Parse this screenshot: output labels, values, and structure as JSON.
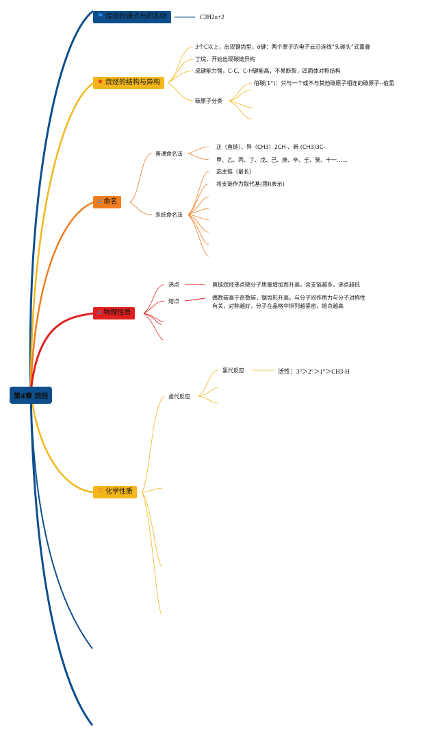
{
  "root": {
    "label": "第4章 烷烃"
  },
  "branches": {
    "general": {
      "label": "烷烃的通式与同系物",
      "formula": "C2H2n+2"
    },
    "structure": {
      "label": "烷烃的结构与异构",
      "items": [
        "3个C以上，出现锯齿型，σ键：两个原子的电子云沿连线“头碰头”式重叠",
        "丁烷，开始出现碳链异构",
        "成键能力强，C-C、C-H键能高，不易断裂，四面体对称结构"
      ],
      "carbon_class": {
        "label": "碳原子分类",
        "primary": "伯碳(1°)：只与一个或不与其他碳原子相连的碳原子--伯氢"
      }
    },
    "naming": {
      "label": "命名",
      "common": {
        "label": "普通命名法",
        "items": [
          "正（直链）、异（CH3）2CH-、新 (CH3)3C-",
          "甲、乙、丙、丁、戊、己、庚、辛、壬、癸、十一……"
        ]
      },
      "systematic": {
        "label": "系统命名法",
        "items": [
          "选主链（最长）",
          "将支链作为取代基(用R表示)"
        ]
      }
    },
    "physical": {
      "label": "物理性质",
      "boiling": {
        "label": "沸点",
        "text": "直链烷烃沸点随分子质量增加而升高。含支链越多，沸点越低"
      },
      "melting": {
        "label": "熔点",
        "text": "偶数碳高于奇数碳，锯齿形升高。与分子间作用力与分子对称性有关，对称越好，分子在晶格中排列越紧密，熔点越高"
      }
    },
    "chemical": {
      "label": "化学性质",
      "halogenation": {
        "label": "卤代反应",
        "chlorination": {
          "label": "氯代反应",
          "activity": "活性：3°＞2°＞1°＞CH3-H"
        }
      }
    }
  },
  "colors": {
    "blue": "#0d4f8c",
    "yellow": "#f3b71c",
    "orange": "#f07d1e",
    "red": "#e02020"
  },
  "icons": {
    "general": "flag-icon",
    "structure": "star-icon",
    "naming": "house-icon",
    "physical": "house-icon",
    "chemical": "heart-icon"
  }
}
